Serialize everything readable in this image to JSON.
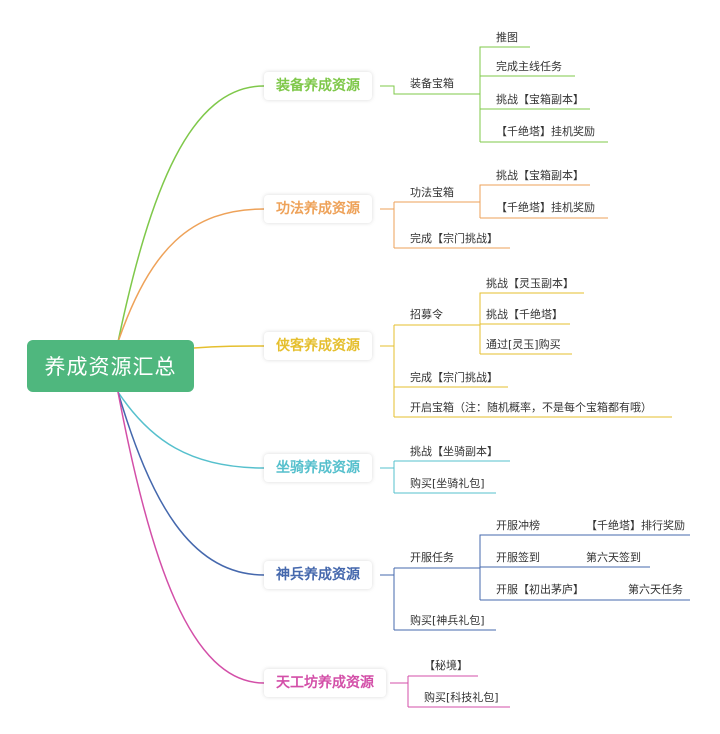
{
  "root": {
    "label": "养成资源汇总",
    "color": "#4fb77e"
  },
  "branches": [
    {
      "label": "装备养成资源",
      "color": "#7fc84a",
      "children": [
        {
          "label": "装备宝箱",
          "children": [
            "推图",
            "完成主线任务",
            "挑战【宝箱副本】",
            "【千绝塔】挂机奖励"
          ]
        }
      ]
    },
    {
      "label": "功法养成资源",
      "color": "#eea259",
      "children": [
        {
          "label": "功法宝箱",
          "children": [
            "挑战【宝箱副本】",
            "【千绝塔】挂机奖励"
          ]
        },
        {
          "label": "完成【宗门挑战】"
        }
      ]
    },
    {
      "label": "侠客养成资源",
      "color": "#e5bf2e",
      "children": [
        {
          "label": "招募令",
          "children": [
            "挑战【灵玉副本】",
            "挑战【千绝塔】",
            "通过[灵玉]购买"
          ]
        },
        {
          "label": "完成【宗门挑战】"
        },
        {
          "label": "开启宝箱（注：随机概率，不是每个宝箱都有哦）"
        }
      ]
    },
    {
      "label": "坐骑养成资源",
      "color": "#56c0cd",
      "children": [
        {
          "label": "挑战【坐骑副本】"
        },
        {
          "label": "购买[坐骑礼包]"
        }
      ]
    },
    {
      "label": "神兵养成资源",
      "color": "#4568ad",
      "children": [
        {
          "label": "开服任务",
          "children": [
            {
              "label": "开服冲榜",
              "child": "【千绝塔】排行奖励"
            },
            {
              "label": "开服签到",
              "child": "第六天签到"
            },
            {
              "label": "开服【初出茅庐】",
              "child": "第六天任务"
            }
          ]
        },
        {
          "label": "购买[神兵礼包]"
        }
      ]
    },
    {
      "label": "天工坊养成资源",
      "color": "#d34fa8",
      "children": [
        {
          "label": "【秘境】"
        },
        {
          "label": "购买[科技礼包]"
        }
      ]
    }
  ]
}
